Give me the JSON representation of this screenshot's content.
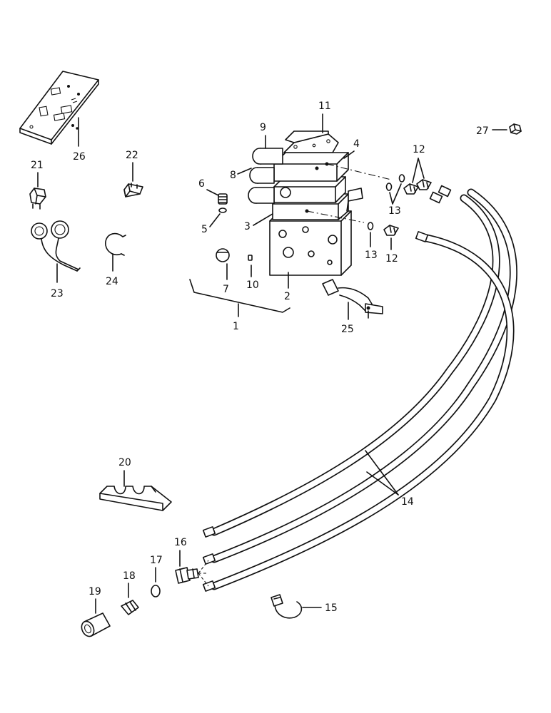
{
  "callouts": {
    "c1": "1",
    "c2": "2",
    "c3": "3",
    "c4": "4",
    "c5": "5",
    "c6": "6",
    "c7": "7",
    "c8": "8",
    "c9": "9",
    "c10": "10",
    "c11": "11",
    "c12a": "12",
    "c12b": "12",
    "c13a": "13",
    "c13b": "13",
    "c14": "14",
    "c15": "15",
    "c16": "16",
    "c17": "17",
    "c18": "18",
    "c19": "19",
    "c20": "20",
    "c21": "21",
    "c22": "22",
    "c23": "23",
    "c24": "24",
    "c25": "25",
    "c26": "26",
    "c27": "27"
  }
}
